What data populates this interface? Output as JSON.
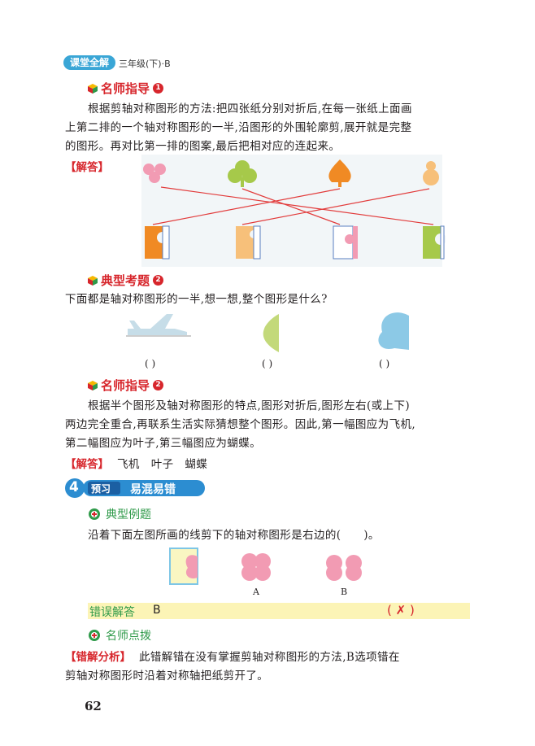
{
  "header": {
    "badge": "课堂全解",
    "grade": "三年级(下)·B"
  },
  "sec1": {
    "title": "名师指导",
    "num": "1",
    "lines": [
      "根据剪轴对称图形的方法:把四张纸分别对折后,在每一张纸上面画",
      "上第二排的一个轴对称图形的一半,沿图形的外围轮廓剪,展开就是完整",
      "的图形。再对比第一排的图案,最后把相对应的连起来。"
    ],
    "answer_label": "【解答】"
  },
  "sec2": {
    "title": "典型考题",
    "num": "2",
    "question": "下面都是轴对称图形的一半,想一想,整个图形是什么?",
    "blanks": [
      "(     )",
      "(     )",
      "(     )"
    ]
  },
  "sec3": {
    "title": "名师指导",
    "num": "2",
    "lines": [
      "根据半个图形及轴对称图形的特点,图形对折后,图形左右(或上下)",
      "两边完全重合,再联系生活实际猜想整个图形。因此,第一幅图应为飞机,",
      "第二幅图应为叶子,第三幅图应为蝴蝶。"
    ],
    "answer_label": "【解答】",
    "answer": "飞机　叶子　蝴蝶"
  },
  "sec4": {
    "num": "4",
    "tag": "预习",
    "title": "易混易错"
  },
  "sec5": {
    "title": "典型例题",
    "question": "沿着下面左图所画的线剪下的轴对称图形是右边的(　　)。",
    "label_a": "A",
    "label_b": "B"
  },
  "error": {
    "label": "错误解答",
    "answer": "B",
    "mark": "( ✗ )"
  },
  "sec6": {
    "title": "名师点拨",
    "analysis_label": "【错解分析】",
    "lines": [
      "此错解错在没有掌握剪轴对称图形的方法,B选项错在",
      "剪轴对称图形时沿着对称轴把纸剪开了。"
    ]
  },
  "page_number": "62",
  "colors": {
    "red": "#d7262c",
    "green": "#2f9a4a",
    "blue": "#3aa6d6",
    "yellow": "#fcf4b6"
  }
}
